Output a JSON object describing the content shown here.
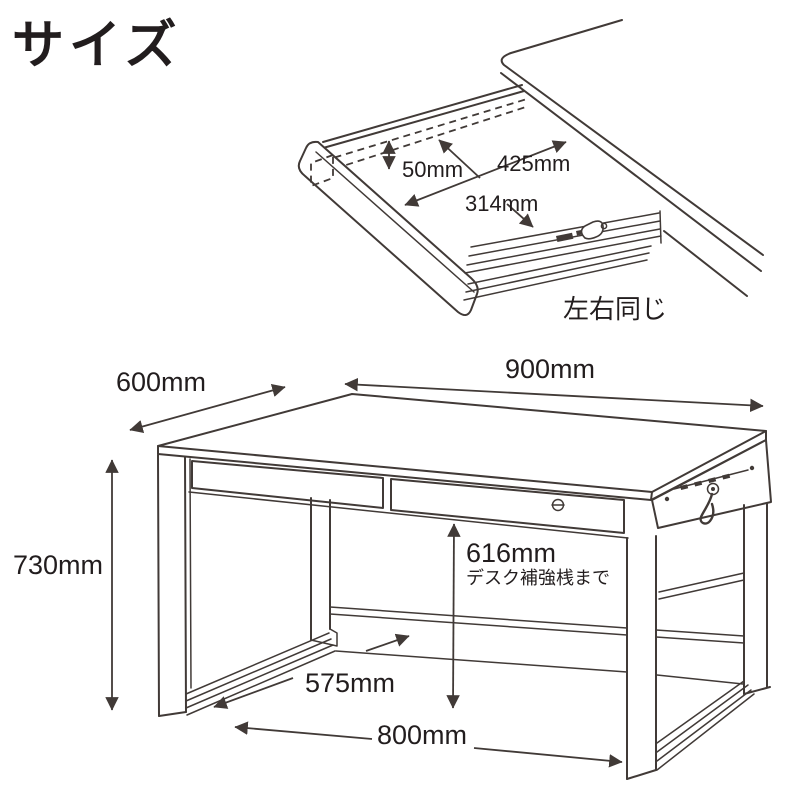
{
  "title": "サイズ",
  "drawer_diagram": {
    "inner_height": "50mm",
    "inner_width": "425mm",
    "inner_depth": "314mm",
    "note": "左右同じ"
  },
  "desk_diagram": {
    "depth": "600mm",
    "width": "900mm",
    "height": "730mm",
    "under_clearance": "616mm",
    "under_clearance_note": "デスク補強桟まで",
    "inner_depth": "575mm",
    "inner_width": "800mm"
  },
  "colors": {
    "line": "#413a37",
    "text": "#221d1e",
    "background": "#ffffff"
  }
}
